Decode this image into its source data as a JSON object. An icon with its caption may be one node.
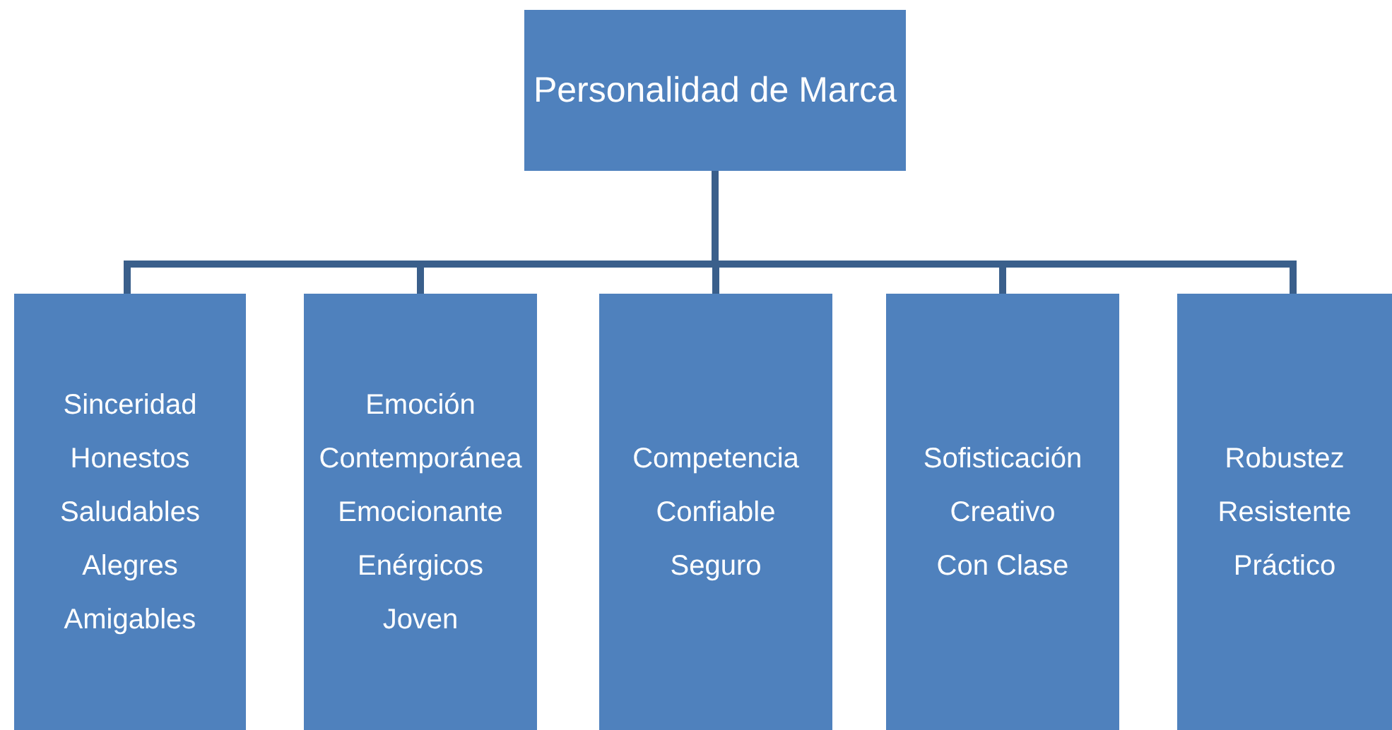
{
  "diagram": {
    "nodes": [
      {
        "text": [
          "Personalidad de Marca"
        ]
      },
      {
        "text": [
          "Sinceridad",
          "Honestos",
          "Saludables",
          "Alegres",
          "Amigables"
        ]
      },
      {
        "text": [
          "Emoción",
          "Contemporánea",
          "Emocionante",
          "Enérgicos",
          "Joven"
        ]
      },
      {
        "text": [
          "Competencia",
          "Confiable",
          "Seguro"
        ]
      },
      {
        "text": [
          "Sofisticación",
          "Creativo",
          "Con Clase"
        ]
      },
      {
        "text": [
          "Robustez",
          "Resistente",
          "Práctico"
        ]
      }
    ],
    "edges": [
      {
        "from": 0,
        "to": 1,
        "arrow": "none"
      },
      {
        "from": 0,
        "to": 2,
        "arrow": "none"
      },
      {
        "from": 0,
        "to": 3,
        "arrow": "none"
      },
      {
        "from": 0,
        "to": 4,
        "arrow": "none"
      },
      {
        "from": 0,
        "to": 5,
        "arrow": "none"
      }
    ]
  }
}
